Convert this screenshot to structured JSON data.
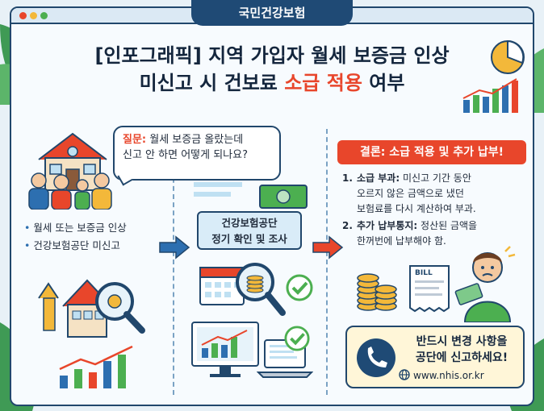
{
  "header": {
    "badge": "국민건강보험"
  },
  "title": {
    "line1": "[인포그래픽] 지역 가입자 월세 보증금 인상",
    "line2_pre": "미신고 시 건보료 ",
    "line2_accent": "소급 적용",
    "line2_post": " 여부"
  },
  "question": {
    "label": "질문:",
    "text1": " 월세 보증금 올랐는데",
    "text2": "신고 안 하면 어떻게 되나요?"
  },
  "left": {
    "bullets": [
      "월세 또는 보증금 인상",
      "건강보험공단 미신고"
    ]
  },
  "middle": {
    "box_line1": "건강보험공단",
    "box_line2": "정기 확인 및 조사"
  },
  "right": {
    "conclusion": "결론: 소급 적용 및 추가 납부!",
    "items": [
      {
        "num": "1.",
        "title": "소급 부과:",
        "lines": [
          " 미신고 기간 동안",
          "오르지 않은 금액으로 냈던",
          "보험료를 다시 계산하여 부과."
        ]
      },
      {
        "num": "2.",
        "title": "추가 납부통지:",
        "lines": [
          " 정산된 금액을",
          "한꺼번에 납부해야 함."
        ]
      }
    ],
    "bill_label": "BILL"
  },
  "cta": {
    "line1": "반드시 변경 사항을",
    "line2": "공단에 신고하세요!",
    "url": "www.nhis.or.kr"
  },
  "colors": {
    "navy": "#1f4a75",
    "accent_red": "#e8462b",
    "arrow_blue": "#2d6fb0",
    "cta_bg": "#fff6d8"
  },
  "icons": [
    "house-icon",
    "family-icon",
    "magnifier-icon",
    "calendar-icon",
    "coins-icon",
    "money-icon",
    "checkmark-icon",
    "monitor-chart-icon",
    "laptop-icon",
    "bill-icon",
    "phone-icon",
    "globe-icon",
    "donut-chart-icon",
    "bar-chart-icon",
    "arrow-right-icon",
    "worried-person-icon"
  ]
}
